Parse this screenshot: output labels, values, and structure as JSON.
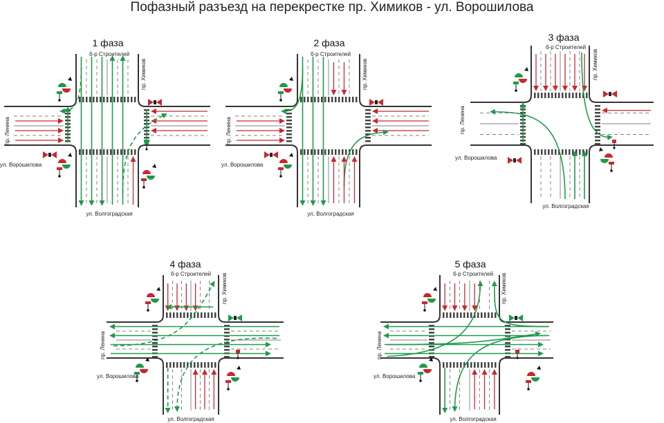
{
  "title": "Пофазный разъезд на перекрестке пр. Химиков - ул. Ворошилова",
  "streets": {
    "north": "б-р Строителей",
    "east": "пр. Химиков",
    "west": "пр. Ленина",
    "west_bottom": "ул. Ворошилова",
    "south": "ул. Волгоградская"
  },
  "colors": {
    "go": "#1f9a4a",
    "stop": "#c8282e",
    "road": "#333333"
  },
  "icons": [
    "traffic-light-icon",
    "pedestrian-signal-icon",
    "arrow-icon"
  ],
  "phases": [
    {
      "label": "1 фаза"
    },
    {
      "label": "2 фаза"
    },
    {
      "label": "3 фаза"
    },
    {
      "label": "4 фаза"
    },
    {
      "label": "5 фаза"
    }
  ]
}
